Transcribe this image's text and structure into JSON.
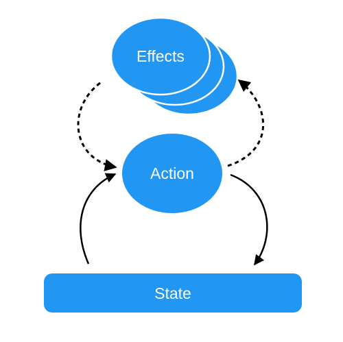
{
  "diagram": {
    "nodes": {
      "effects": {
        "label": "Effects"
      },
      "action": {
        "label": "Action"
      },
      "state": {
        "label": "State"
      }
    },
    "edges": [
      {
        "from": "effects",
        "to": "action",
        "style": "dashed"
      },
      {
        "from": "action",
        "to": "effects",
        "style": "dashed"
      },
      {
        "from": "state",
        "to": "action",
        "style": "solid"
      },
      {
        "from": "action",
        "to": "state",
        "style": "solid"
      }
    ],
    "colors": {
      "node_fill": "#2196F3",
      "node_outline": "#ffffff",
      "arrow": "#000000",
      "background": "#ffffff"
    }
  }
}
